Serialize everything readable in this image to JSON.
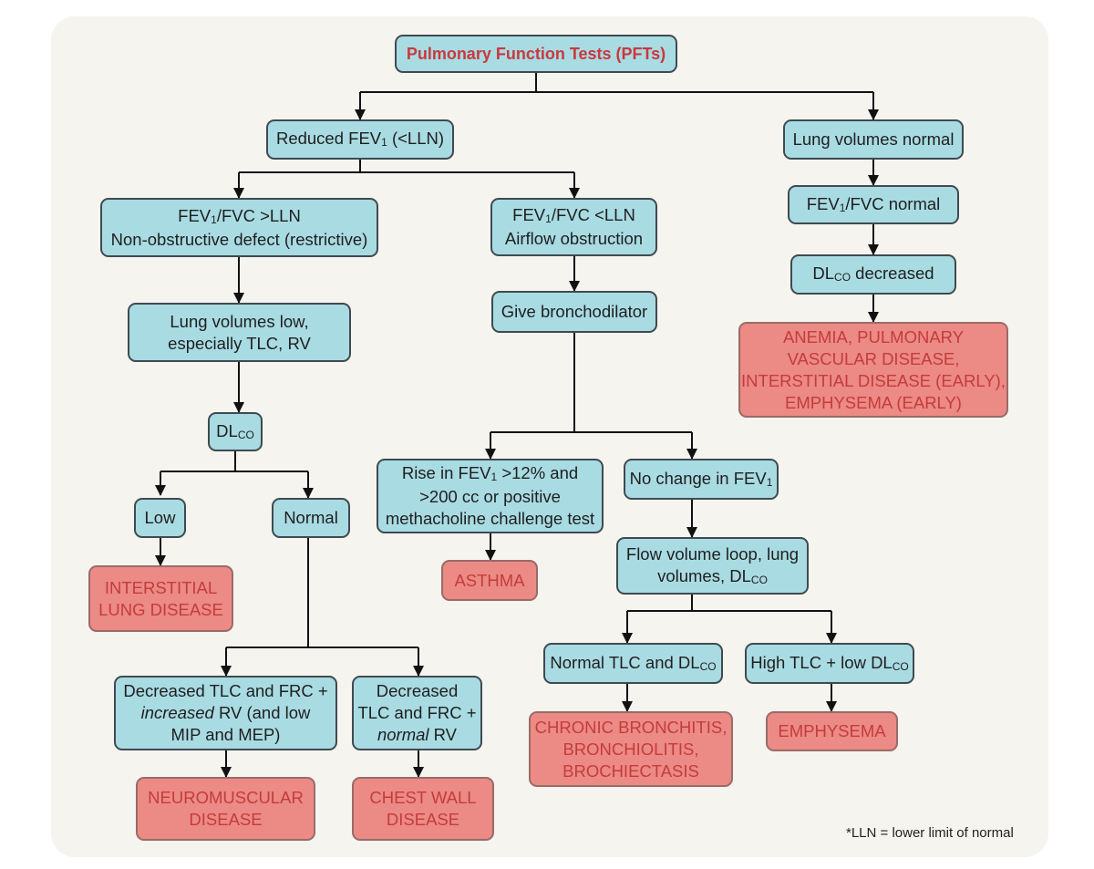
{
  "nodes": {
    "pft": "Pulmonary Function Tests (PFTs)",
    "reduced_fev1": {
      "a": "Reduced FEV",
      "sub": "1",
      "b": " (<LLN)"
    },
    "lung_vol_normal": "Lung volumes normal",
    "fev_fvc_normal": {
      "a": "FEV",
      "sub": "1",
      "b": "/FVC normal"
    },
    "dlco_decreased": {
      "a": "DL",
      "sub": "CO",
      "b": " decreased"
    },
    "anemia": [
      "ANEMIA, PULMONARY",
      "VASCULAR DISEASE,",
      "INTERSTITIAL DISEASE (EARLY),",
      "EMPHYSEMA (EARLY)"
    ],
    "fev_fvc_gt": {
      "a": "FEV",
      "sub": "1",
      "b": "/FVC >LLN",
      "line2": "Non-obstructive defect (restrictive)"
    },
    "fev_fvc_lt": {
      "a": "FEV",
      "sub": "1",
      "b": "/FVC <LLN",
      "line2": "Airflow obstruction"
    },
    "lung_vol_low": [
      "Lung volumes low,",
      "especially TLC, RV"
    ],
    "give_bronch": "Give bronchodilator",
    "dlco": {
      "a": "DL",
      "sub": "CO"
    },
    "low": "Low",
    "normal": "Normal",
    "ild": [
      "INTERSTITIAL",
      "LUNG DISEASE"
    ],
    "rise_fev1": {
      "a": "Rise in FEV",
      "sub": "1",
      "b": " >12% and",
      "line2": ">200 cc or positive",
      "line3": "methacholine challenge test"
    },
    "asthma": "ASTHMA",
    "no_change": {
      "a": "No change in FEV",
      "sub": "1"
    },
    "flow_volume": {
      "line1": "Flow volume loop, lung",
      "a": "volumes, DL",
      "sub": "CO"
    },
    "normal_tlc": {
      "a": "Normal TLC and DL",
      "sub": "CO"
    },
    "high_tlc": {
      "a": "High TLC + low DL",
      "sub": "CO"
    },
    "chronic_bronchitis": [
      "CHRONIC BRONCHITIS,",
      "BRONCHIOLITIS,",
      "BROCHIECTASIS"
    ],
    "emphysema": "EMPHYSEMA",
    "decreased_increased": {
      "line1": "Decreased TLC and FRC +",
      "italic": "increased",
      "rest": " RV (and low",
      "line3": "MIP and MEP)"
    },
    "decreased_normal": {
      "line1": "Decreased",
      "line2": "TLC and FRC +",
      "italic": "normal",
      "rest": " RV"
    },
    "neuromuscular": [
      "NEUROMUSCULAR",
      "DISEASE"
    ],
    "chest_wall": [
      "CHEST WALL",
      "DISEASE"
    ]
  },
  "footnote": "*LLN = lower limit of normal",
  "colors": {
    "process_fill": "#a9dbe3",
    "outcome_fill": "#ec8a85",
    "outcome_text": "#c43c3c",
    "title_text": "#c8393d",
    "border": "#3f4a50",
    "background": "#f6f4ef"
  }
}
